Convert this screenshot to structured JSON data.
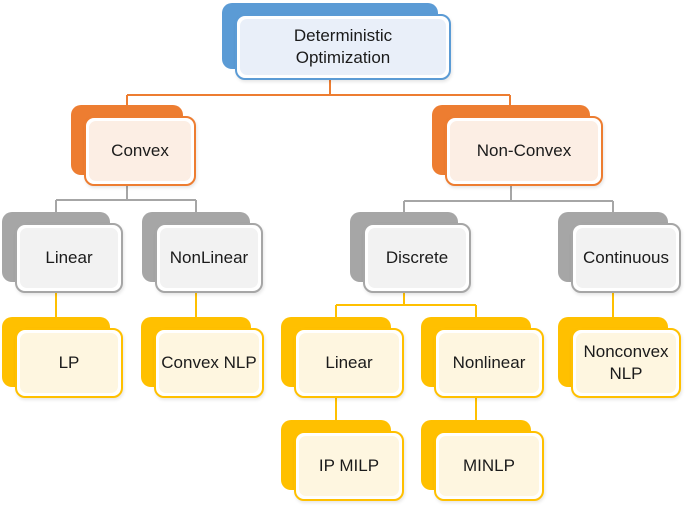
{
  "diagram": {
    "type": "hierarchy-tree",
    "palette": {
      "blue": "#5B9BD5",
      "blue_fill": "#E9EFF9",
      "orange": "#ED7D31",
      "orange_fill": "#FCEEE4",
      "gray": "#A6A6A6",
      "gray_fill": "#F2F2F2",
      "gold": "#FFC000",
      "gold_fill": "#FEF6E0",
      "text": "#1B1B1B",
      "background": "#FFFFFF"
    }
  },
  "tree": {
    "root": {
      "label": "Deterministic Optimization",
      "color": "blue",
      "children": [
        {
          "label": "Convex",
          "color": "orange",
          "children": [
            {
              "label": "Linear",
              "color": "gray",
              "children": [
                {
                  "label": "LP",
                  "color": "gold"
                }
              ]
            },
            {
              "label": "NonLinear",
              "color": "gray",
              "children": [
                {
                  "label": "Convex NLP",
                  "color": "gold"
                }
              ]
            }
          ]
        },
        {
          "label": "Non-Convex",
          "color": "orange",
          "children": [
            {
              "label": "Discrete",
              "color": "gray",
              "children": [
                {
                  "label": "Linear",
                  "color": "gold",
                  "children": [
                    {
                      "label": "IP MILP",
                      "color": "gold"
                    }
                  ]
                },
                {
                  "label": "Nonlinear",
                  "color": "gold",
                  "children": [
                    {
                      "label": "MINLP",
                      "color": "gold"
                    }
                  ]
                }
              ]
            },
            {
              "label": "Continuous",
              "color": "gray",
              "children": [
                {
                  "label": "Nonconvex NLP",
                  "color": "gold"
                }
              ]
            }
          ]
        }
      ]
    }
  }
}
